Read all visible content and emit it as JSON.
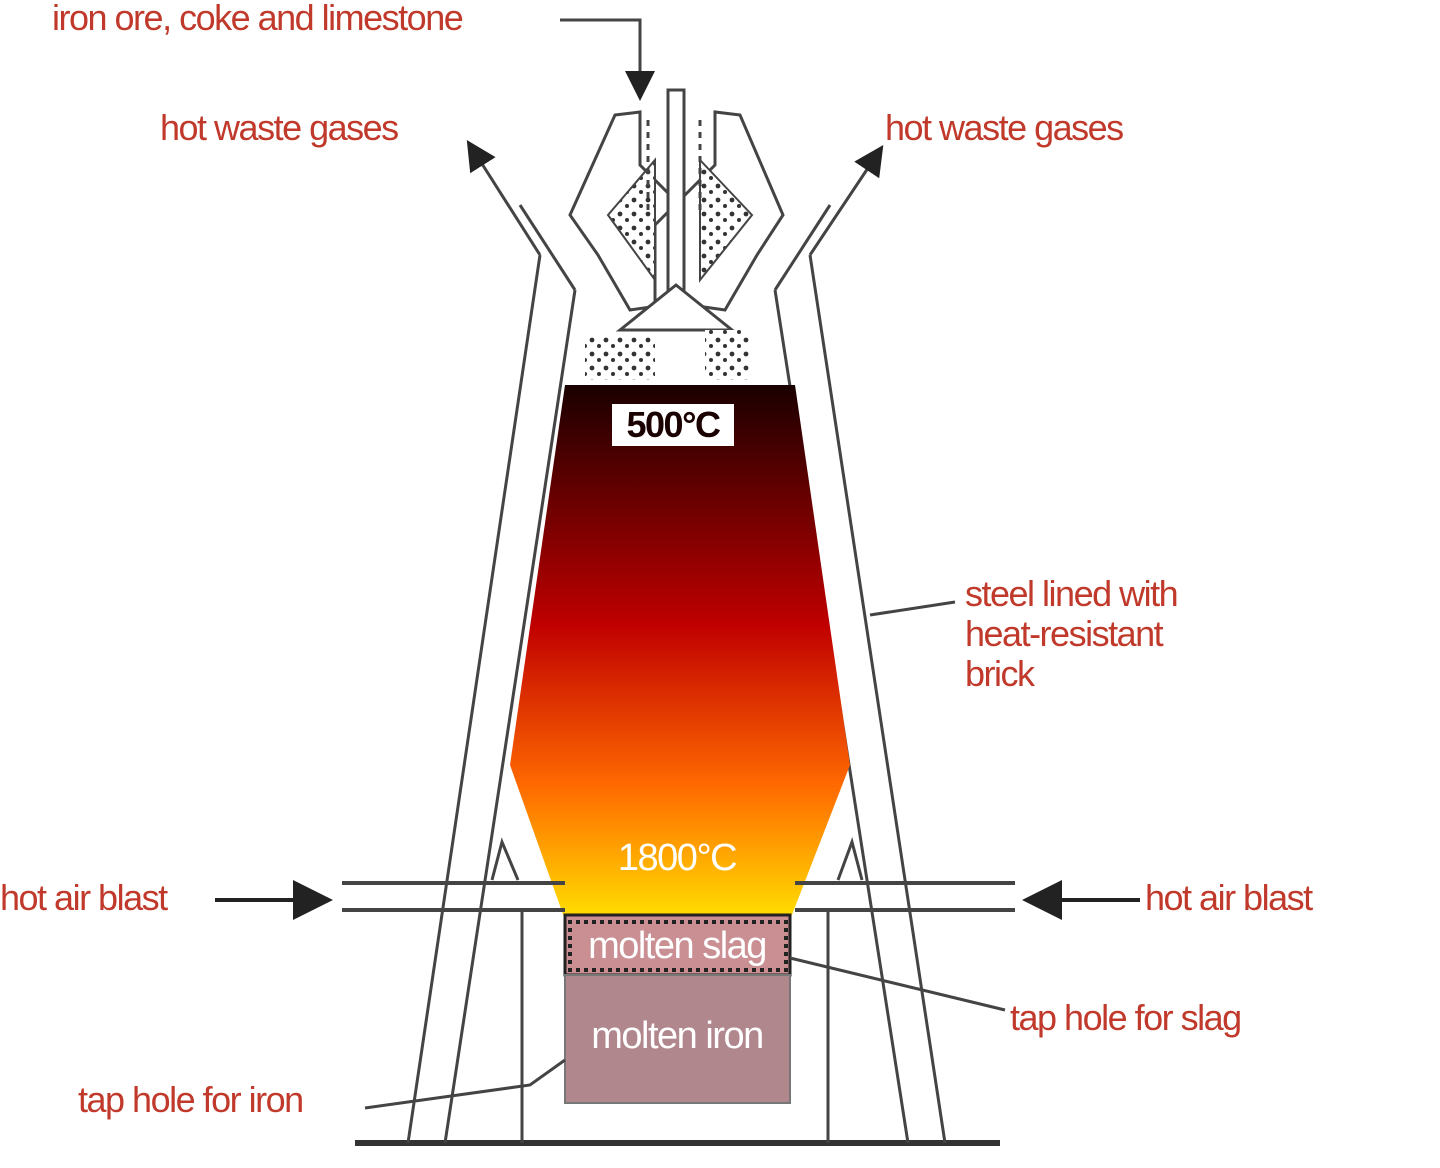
{
  "labels": {
    "feed": "iron ore, coke and limestone",
    "waste_left": "hot waste gases",
    "waste_right": "hot waste gases",
    "top_temp": "500°C",
    "bottom_temp": "1800°C",
    "shell": [
      "steel lined with",
      "heat-resistant",
      "brick"
    ],
    "air_left": "hot air blast",
    "air_right": "hot air blast",
    "slag": "molten slag",
    "iron": "molten iron",
    "tap_slag": "tap hole for slag",
    "tap_iron": "tap hole for iron"
  },
  "colors": {
    "label_text": "#c0392b",
    "gradient_top": "#1a0000",
    "gradient_mid": "#c00000",
    "gradient_low": "#ff6a00",
    "gradient_bottom": "#ffe000",
    "slag_fill": "#c98f93",
    "iron_fill": "#b0878d"
  }
}
